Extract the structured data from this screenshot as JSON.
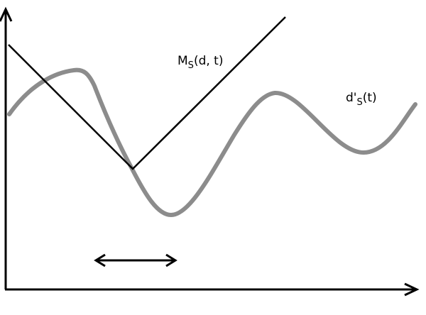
{
  "colors": {
    "background": "#ffffff",
    "axes": "#000000",
    "line": "#000000",
    "curve": "#8c8c8c"
  },
  "labels": {
    "m_main": "M",
    "m_sub": "S",
    "m_args": "(d, t)",
    "d_main": "d'",
    "d_sub": "S",
    "d_args": "(t)"
  }
}
